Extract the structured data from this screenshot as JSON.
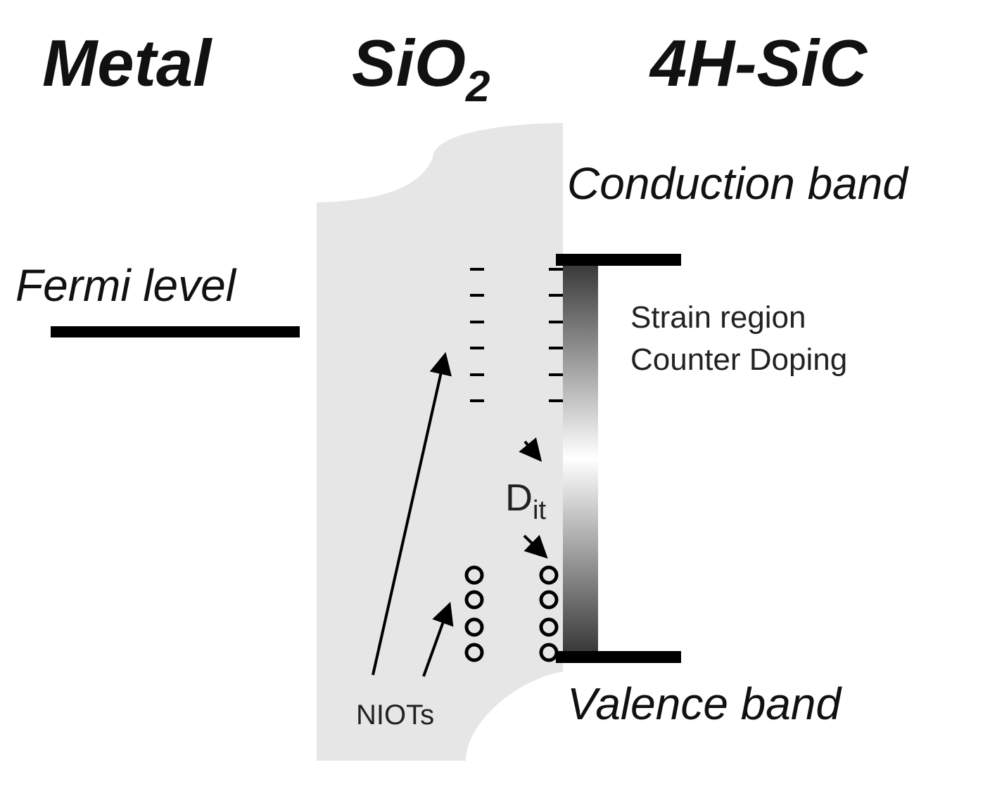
{
  "headers": {
    "metal": "Metal",
    "oxide_base": "SiO",
    "oxide_subscript": "2",
    "semiconductor": "4H-SiC"
  },
  "labels": {
    "conduction_band": "Conduction band",
    "fermi_level": "Fermi level",
    "strain_region": "Strain region",
    "counter_doping": "Counter Doping",
    "dit_base": "D",
    "dit_subscript": "it",
    "niots": "NIOTs",
    "valence_band": "Valence band"
  },
  "colors": {
    "oxide_fill": "#e6e6e6",
    "line": "#000000",
    "gradient_dark": "#3a3a3a",
    "gradient_light": "#ffffff"
  }
}
